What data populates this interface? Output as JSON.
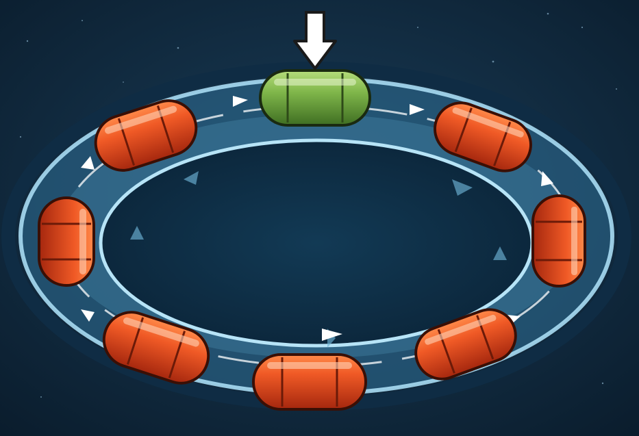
{
  "colors": {
    "background": "#0d2236",
    "ring": "#8fd0ee",
    "active_capsule": "#7fb64a",
    "capsule": "#e2491f",
    "arrow": "#ffffff",
    "corner_tab": "#f2d21f"
  },
  "indicator": {
    "icon": "down-arrow-icon",
    "target": "active-capsule"
  },
  "capsules": [
    {
      "id": "top",
      "state": "active"
    },
    {
      "id": "top-right",
      "state": "idle"
    },
    {
      "id": "right",
      "state": "idle"
    },
    {
      "id": "bottom-right",
      "state": "idle"
    },
    {
      "id": "bottom",
      "state": "idle"
    },
    {
      "id": "bottom-left",
      "state": "idle"
    },
    {
      "id": "left",
      "state": "idle"
    },
    {
      "id": "top-left",
      "state": "idle"
    }
  ],
  "flow_direction": "clockwise"
}
